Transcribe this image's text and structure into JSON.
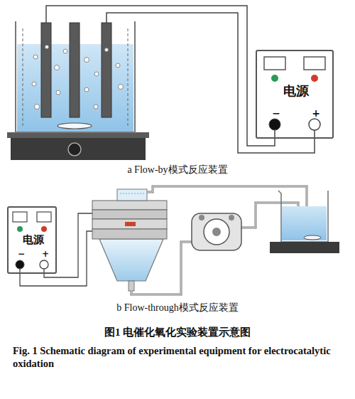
{
  "diagram": {
    "caption": "图1 电催化氧化实验装置示意图",
    "nodes": [
      {
        "text": [
          "电源",
          "−",
          "+"
        ]
      },
      {
        "text": [
          "电源",
          "−",
          "+"
        ]
      }
    ],
    "labels": [
      "a Flow-by模式反应装置",
      "b Flow-through模式反应装置",
      "Fig. 1 Schematic diagram of experimental equipment for electrocatalytic oxidation"
    ]
  }
}
